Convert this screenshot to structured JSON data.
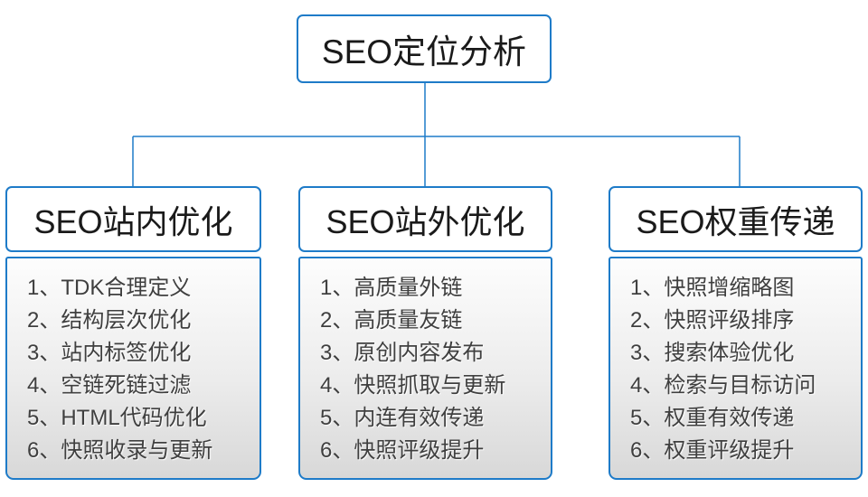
{
  "colors": {
    "accent": "#1e7bc8",
    "panel_top": "#fdfdfd",
    "panel_bottom": "#d8d8d8",
    "heading_text": "#1a1a1a",
    "item_text": "#3f3f3f"
  },
  "root": {
    "title": "SEO定位分析"
  },
  "columns": [
    {
      "title": "SEO站内优化",
      "items": [
        "1、TDK合理定义",
        "2、结构层次优化",
        "3、站内标签优化",
        "4、空链死链过滤",
        "5、HTML代码优化",
        "6、快照收录与更新"
      ]
    },
    {
      "title": "SEO站外优化",
      "items": [
        "1、高质量外链",
        "2、高质量友链",
        "3、原创内容发布",
        "4、快照抓取与更新",
        "5、内连有效传递",
        "6、快照评级提升"
      ]
    },
    {
      "title": "SEO权重传递",
      "items": [
        "1、快照增缩略图",
        "2、快照评级排序",
        "3、搜索体验优化",
        "4、检索与目标访问",
        "5、权重有效传递",
        "6、权重评级提升"
      ]
    }
  ]
}
